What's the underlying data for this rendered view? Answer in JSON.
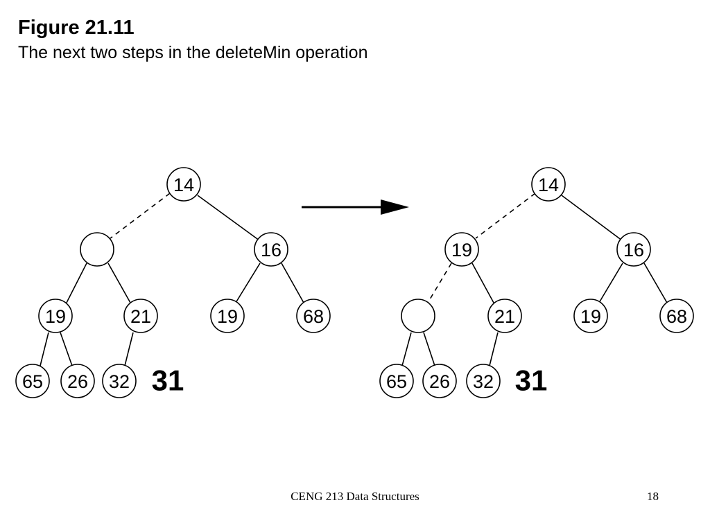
{
  "figure": {
    "title": "Figure 21.11",
    "subtitle": "The next two steps in the deleteMin operation"
  },
  "trees": [
    {
      "nodes": [
        "14",
        "",
        "16",
        "19",
        "21",
        "19",
        "68",
        "65",
        "26",
        "32"
      ],
      "pending": "31"
    },
    {
      "nodes": [
        "14",
        "19",
        "16",
        "",
        "21",
        "19",
        "68",
        "65",
        "26",
        "32"
      ],
      "pending": "31"
    }
  ],
  "footer": {
    "course": "CENG 213 Data Structures",
    "page": "18"
  }
}
